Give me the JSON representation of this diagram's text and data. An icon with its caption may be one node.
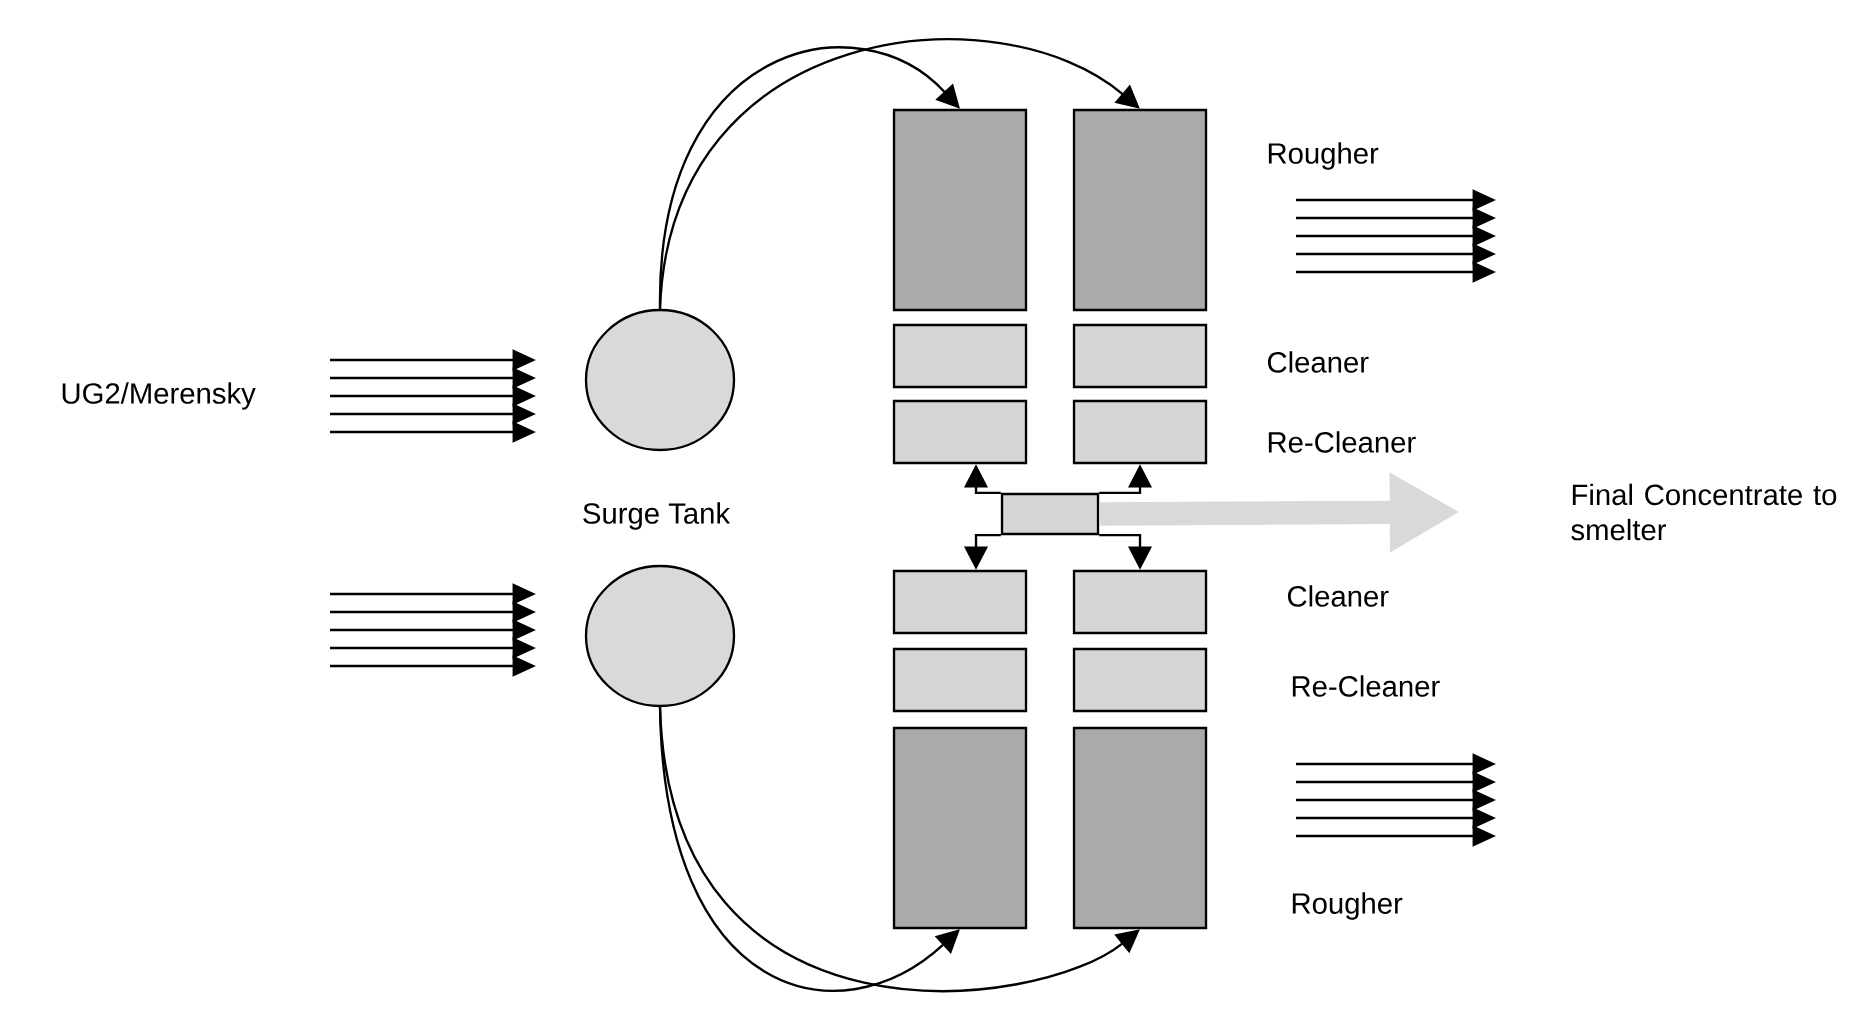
{
  "diagram": {
    "nodes": [
      {
        "text": [],
        "shape": "circle"
      },
      {
        "text": [],
        "shape": "circle"
      },
      {
        "text": [],
        "shape": "box"
      },
      {
        "text": [],
        "shape": "box"
      },
      {
        "text": [],
        "shape": "box"
      },
      {
        "text": [],
        "shape": "box"
      },
      {
        "text": [],
        "shape": "box"
      },
      {
        "text": [],
        "shape": "box"
      },
      {
        "text": [],
        "shape": "box"
      },
      {
        "text": [],
        "shape": "box"
      },
      {
        "text": [],
        "shape": "box"
      },
      {
        "text": [],
        "shape": "box"
      },
      {
        "text": [],
        "shape": "box"
      },
      {
        "text": [],
        "shape": "box"
      },
      {
        "text": [],
        "shape": "box"
      },
      {
        "text": [
          "Final Concentrate to smelter"
        ]
      }
    ],
    "edges": [
      {
        "from": 0,
        "to": 2,
        "arrow": "to"
      },
      {
        "from": 0,
        "to": 3,
        "arrow": "to"
      },
      {
        "from": 1,
        "to": 13,
        "arrow": "to"
      },
      {
        "from": 1,
        "to": 14,
        "arrow": "to"
      },
      {
        "from": 8,
        "to": 6,
        "arrow": "to"
      },
      {
        "from": 8,
        "to": 7,
        "arrow": "to"
      },
      {
        "from": 8,
        "to": 9,
        "arrow": "to"
      },
      {
        "from": 8,
        "to": 10,
        "arrow": "to"
      },
      {
        "from": 8,
        "to": 15,
        "arrow": "to",
        "style": "thick",
        "color": "#d9d9d9"
      }
    ],
    "labels": [
      "Rougher",
      "UG2/Merensky",
      "Cleaner",
      "Re-Cleaner",
      "Surge Tank",
      "Cleaner",
      "Re-Cleaner",
      "Rougher"
    ]
  }
}
